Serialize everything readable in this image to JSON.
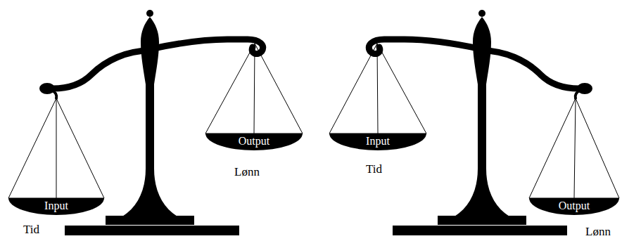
{
  "diagram": {
    "nodes": [
      {
        "text": [
          "Input",
          "Tid"
        ]
      },
      {
        "text": [
          "Output",
          "Lønn"
        ]
      },
      {
        "text": [
          "Input",
          "Tid"
        ]
      },
      {
        "text": [
          "Output",
          "Lønn"
        ]
      }
    ]
  }
}
